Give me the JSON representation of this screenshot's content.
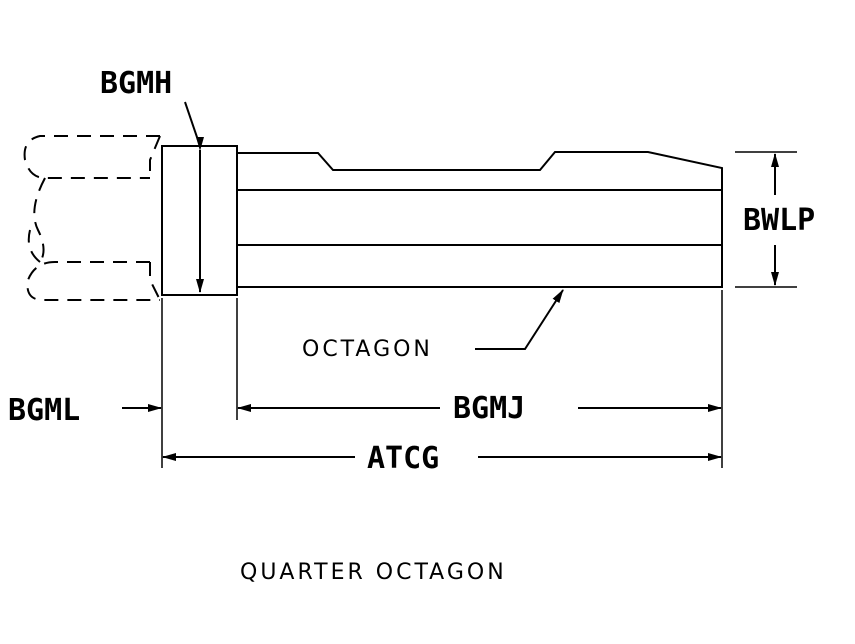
{
  "labels": {
    "bgmh": "BGMH",
    "bwlp": "BWLP",
    "octagon": "OCTAGON",
    "bgml": "BGML",
    "bgmj": "BGMJ",
    "atcg": "ATCG",
    "caption": "QUARTER OCTAGON"
  }
}
